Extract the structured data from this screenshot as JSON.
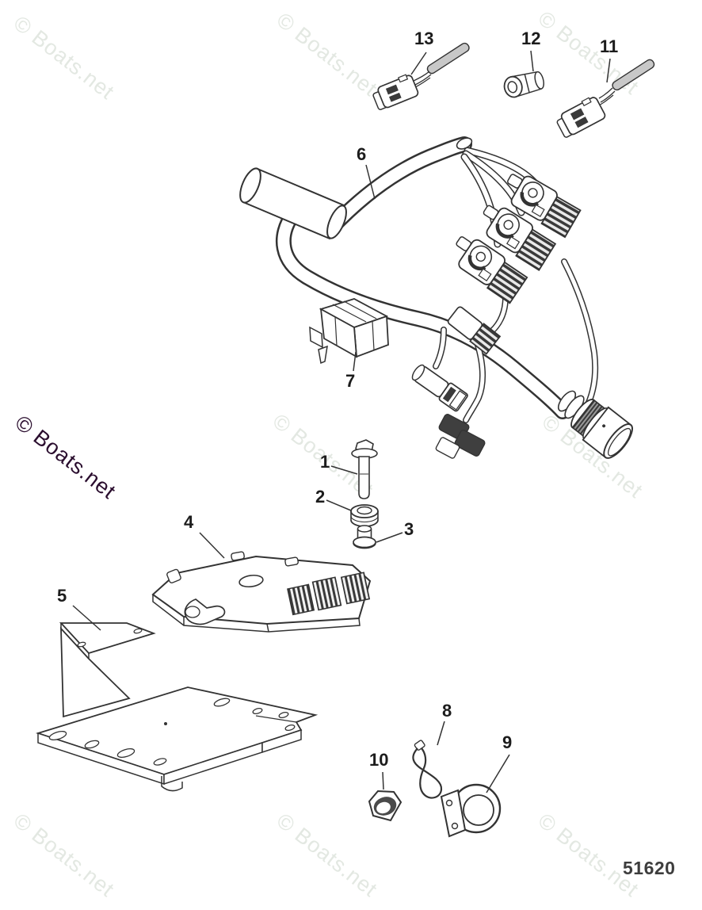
{
  "diagram": {
    "part_number": "51620",
    "watermark": "© Boats.net",
    "callouts": {
      "c1": "1",
      "c2": "2",
      "c3": "3",
      "c4": "4",
      "c5": "5",
      "c6": "6",
      "c7": "7",
      "c8": "8",
      "c9": "9",
      "c10": "10",
      "c11": "11",
      "c12": "12",
      "c13": "13"
    },
    "colors": {
      "ink": "#333333",
      "watermark_light": "#e3e8e2",
      "watermark_dark": "#2a0d2e",
      "part_number_text": "#3d3d3d"
    }
  }
}
